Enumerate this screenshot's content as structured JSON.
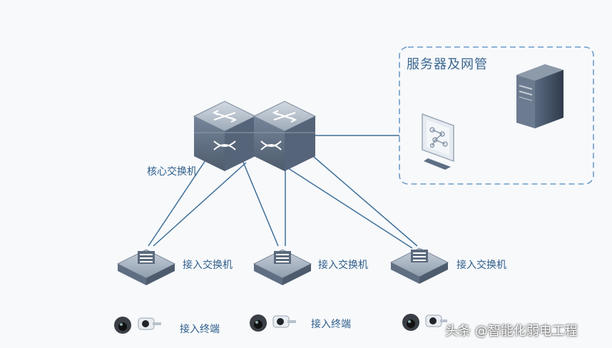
{
  "labels": {
    "core_switch": "核心交换机",
    "access_switch_1": "接入交换机",
    "access_switch_2": "接入交换机",
    "access_switch_3": "接入交换机",
    "terminal_1": "接入终端",
    "terminal_2": "接入终端",
    "server_group": "服务器及网管"
  },
  "watermark": "头条 @智能化弱电工程",
  "colors": {
    "link": "#3f6f98",
    "switch_top": "#b9c3ce",
    "switch_body": "#5f6f83",
    "dashed_border": "#6c9cc8",
    "label": "#2f5d8a"
  },
  "icons": [
    "core-switch-icon",
    "access-switch-icon",
    "dome-camera-icon",
    "bullet-camera-icon",
    "server-tower-icon",
    "monitor-icon"
  ]
}
